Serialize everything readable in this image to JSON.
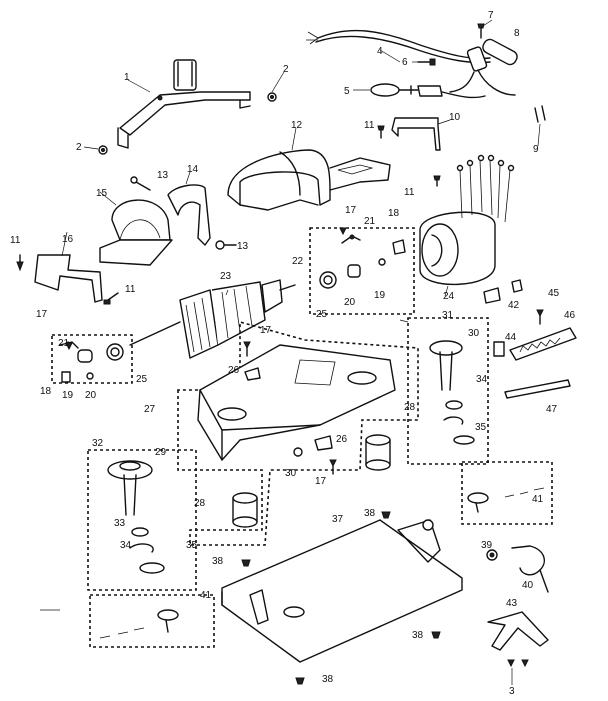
{
  "diagram": {
    "labels": [
      "1",
      "2",
      "2",
      "3",
      "4",
      "5",
      "6",
      "7",
      "8",
      "9",
      "10",
      "11",
      "11",
      "11",
      "11",
      "12",
      "13",
      "13",
      "14",
      "15",
      "16",
      "17",
      "17",
      "17",
      "17",
      "18",
      "18",
      "19",
      "19",
      "20",
      "20",
      "21",
      "21",
      "22",
      "23",
      "24",
      "25",
      "25",
      "26",
      "26",
      "27",
      "28",
      "28",
      "29",
      "30",
      "30",
      "31",
      "32",
      "33",
      "34",
      "34",
      "35",
      "35",
      "37",
      "38",
      "38",
      "38",
      "38",
      "39",
      "40",
      "41",
      "41",
      "42",
      "43",
      "44",
      "45",
      "46",
      "47"
    ]
  }
}
